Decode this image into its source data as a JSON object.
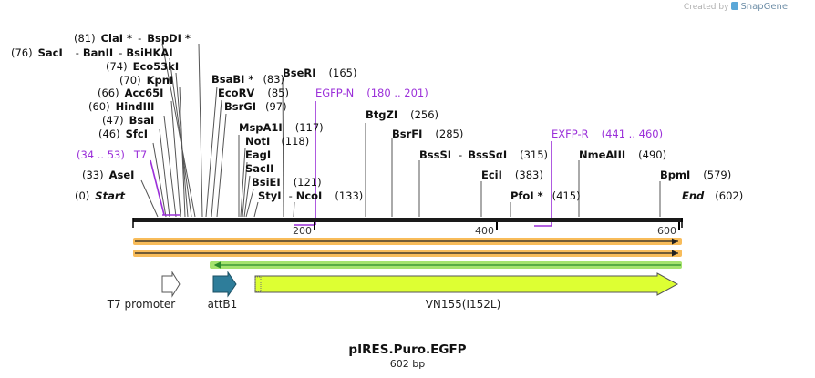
{
  "credit": {
    "prefix": "Created by",
    "brand": "SnapGene"
  },
  "plasmid": {
    "name": "pIRES.Puro.EGFP",
    "length_label": "602 bp"
  },
  "ruler": {
    "ticks": [
      "200",
      "400",
      "600"
    ]
  },
  "sites": [
    {
      "pos": "(81)",
      "name": "ClaI *",
      "sep": "-",
      "name2": "BspDI *"
    },
    {
      "pos": "(76)",
      "name": "SacI",
      "sep": "-",
      "name2": "BanII",
      "sep2": "-",
      "name3": "BsiHKAI"
    },
    {
      "pos": "(74)",
      "name": "Eco53kI"
    },
    {
      "pos": "(70)",
      "name": "KpnI"
    },
    {
      "pos": "(66)",
      "name": "Acc65I"
    },
    {
      "pos": "(60)",
      "name": "HindIII"
    },
    {
      "pos": "(47)",
      "name": "BsaI"
    },
    {
      "pos": "(46)",
      "name": "SfcI"
    },
    {
      "pos": "(33)",
      "name": "AseI"
    },
    {
      "pos": "(0)",
      "name": "Start"
    },
    {
      "pos": "(83)",
      "name": "BsaBI *"
    },
    {
      "pos": "(85)",
      "name": "EcoRV"
    },
    {
      "pos": "(97)",
      "name": "BsrGI"
    },
    {
      "pos": "(165)",
      "name": "BseRI"
    },
    {
      "pos": "(117)",
      "name": "MspA1I"
    },
    {
      "pos": "(118)",
      "name": "NotI"
    },
    {
      "pos": "(121)",
      "name": "EagI"
    },
    {
      "pos": "",
      "name": "SacII"
    },
    {
      "pos": "",
      "name": "BsiEI"
    },
    {
      "pos": "",
      "name": "StyI",
      "sep": "-",
      "name2": "NcoI"
    },
    {
      "pos": "(133)",
      "name": ""
    },
    {
      "pos": "(256)",
      "name": "BtgZI"
    },
    {
      "pos": "(285)",
      "name": "BsrFI"
    },
    {
      "pos": "(315)",
      "name": "BssSI",
      "sep": "-",
      "name2": "BssSαI"
    },
    {
      "pos": "(383)",
      "name": "EciI"
    },
    {
      "pos": "(415)",
      "name": "PfoI *"
    },
    {
      "pos": "(490)",
      "name": "NmeAIII"
    },
    {
      "pos": "(579)",
      "name": "BpmI"
    },
    {
      "pos": "(602)",
      "name": "End"
    }
  ],
  "primers": [
    {
      "label": "T7",
      "range": "(34 .. 53)"
    },
    {
      "label": "EGFP-N",
      "range": "(180 .. 201)"
    },
    {
      "label": "EXFP-R",
      "range": "(441 .. 460)"
    }
  ],
  "features": [
    {
      "label": "T7 promoter"
    },
    {
      "label": "attB1"
    },
    {
      "label": "VN155(I152L)"
    }
  ],
  "colors": {
    "primer": "#9b30d9",
    "orange_bar": "#f5a623",
    "green_bar": "#8fdc4a",
    "t7": "#ffffff",
    "attb1": "#2e7d9a",
    "vn155": "#ddff33"
  }
}
